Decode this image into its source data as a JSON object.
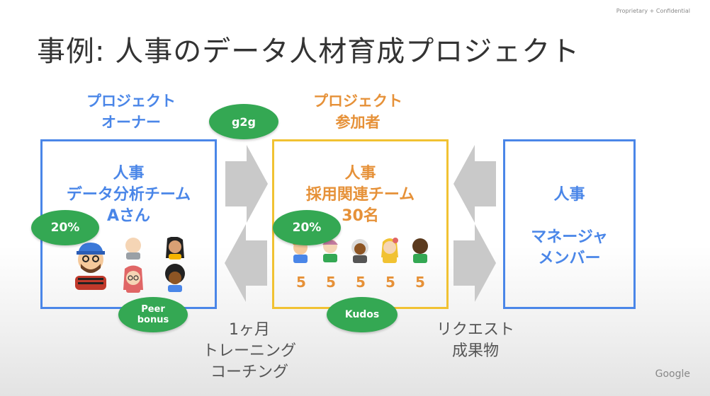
{
  "confidential": "Proprietary + Confidential",
  "title": "事例: 人事のデータ人材育成プロジェクト",
  "owner_label": [
    "プロジェクト",
    "オーナー"
  ],
  "member_label": [
    "プロジェクト",
    "参加者"
  ],
  "box_a": [
    "人事",
    "データ分析チーム",
    "Aさん"
  ],
  "box_b": [
    "人事",
    "採用関連チーム",
    "30名"
  ],
  "box_c": [
    "人事",
    "マネージャ",
    "メンバー"
  ],
  "pills": {
    "g2g": "g2g",
    "pct_a": "20%",
    "pct_b": "20%",
    "peer": [
      "Peer",
      "bonus"
    ],
    "kudos": "Kudos"
  },
  "scores": [
    "5",
    "5",
    "5",
    "5",
    "5"
  ],
  "caption_left": [
    "1ヶ月",
    "トレーニング",
    "コーチング"
  ],
  "caption_right": [
    "リクエスト",
    "成果物"
  ],
  "footer_logo": "Google"
}
